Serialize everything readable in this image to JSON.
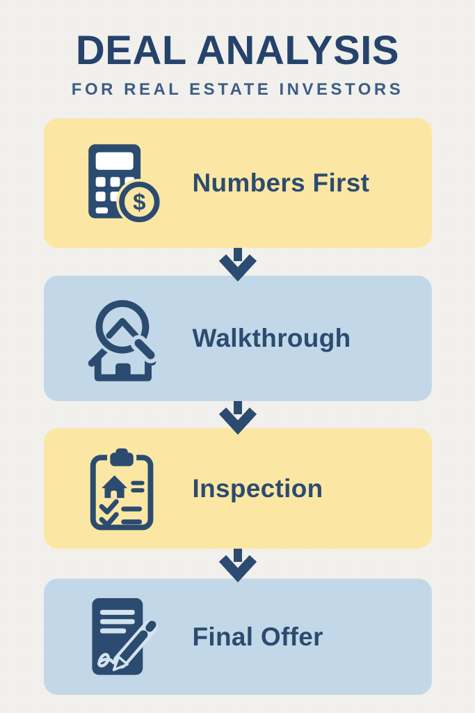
{
  "title": "DEAL ANALYSIS",
  "subtitle": "FOR REAL ESTATE INVESTORS",
  "colors": {
    "background": "#F1F0EC",
    "card_yellow": "#FBE7A3",
    "card_blue": "#C2D8E8",
    "navy": "#2C4B70",
    "title_navy": "#25436B",
    "subtitle_navy": "#3E5C85",
    "icon_light": "#D3E3EF"
  },
  "steps": [
    {
      "label": "Numbers First",
      "icon": "calculator-dollar-icon",
      "variant": "yellow"
    },
    {
      "label": "Walkthrough",
      "icon": "house-magnifier-icon",
      "variant": "blue"
    },
    {
      "label": "Inspection",
      "icon": "clipboard-checklist-icon",
      "variant": "yellow"
    },
    {
      "label": "Final Offer",
      "icon": "contract-pen-icon",
      "variant": "blue"
    }
  ],
  "connector_icon": "down-arrow-icon"
}
